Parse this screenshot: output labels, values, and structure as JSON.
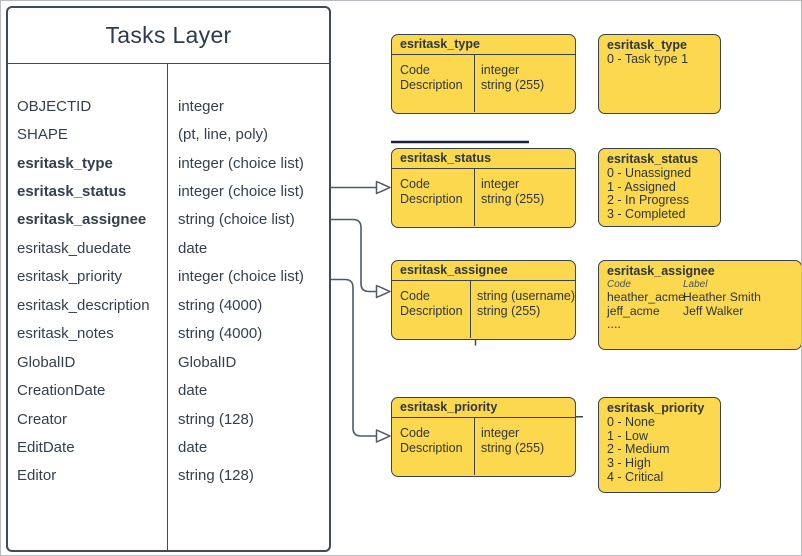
{
  "main_table": {
    "title": "Tasks Layer",
    "fields": [
      {
        "name": "OBJECTID",
        "type": "integer",
        "emphasis": false
      },
      {
        "name": "SHAPE",
        "type": "(pt, line, poly)",
        "emphasis": false
      },
      {
        "name": "esritask_type",
        "type": "integer (choice list)",
        "emphasis": true
      },
      {
        "name": "esritask_status",
        "type": "integer (choice list)",
        "emphasis": true
      },
      {
        "name": "esritask_assignee",
        "type": "string (choice list)",
        "emphasis": true
      },
      {
        "name": "esritask_duedate",
        "type": "date",
        "emphasis": false
      },
      {
        "name": "esritask_priority",
        "type": "integer (choice list)",
        "emphasis": false
      },
      {
        "name": "esritask_description",
        "type": "string (4000)",
        "emphasis": false
      },
      {
        "name": "esritask_notes",
        "type": "string (4000)",
        "emphasis": false
      },
      {
        "name": "GlobalID",
        "type": "GlobalID",
        "emphasis": false
      },
      {
        "name": "CreationDate",
        "type": "date",
        "emphasis": false
      },
      {
        "name": "Creator",
        "type": "string (128)",
        "emphasis": false
      },
      {
        "name": "EditDate",
        "type": "date",
        "emphasis": false
      },
      {
        "name": "Editor",
        "type": "string (128)",
        "emphasis": false
      }
    ]
  },
  "domain_tables": [
    {
      "title": "esritask_type",
      "rows": [
        {
          "field": "Code",
          "type": "integer"
        },
        {
          "field": "Description",
          "type": "string (255)"
        }
      ]
    },
    {
      "title": "esritask_status",
      "rows": [
        {
          "field": "Code",
          "type": "integer"
        },
        {
          "field": "Description",
          "type": "string (255)"
        }
      ]
    },
    {
      "title": "esritask_assignee",
      "rows": [
        {
          "field": "Code",
          "type": "string (username)"
        },
        {
          "field": "Description",
          "type": "string (255)"
        }
      ]
    },
    {
      "title": "esritask_priority",
      "rows": [
        {
          "field": "Code",
          "type": "integer"
        },
        {
          "field": "Description",
          "type": "string (255)"
        }
      ]
    }
  ],
  "value_lists": [
    {
      "title": "esritask_type",
      "items": [
        "0 - Task type 1"
      ]
    },
    {
      "title": "esritask_status",
      "items": [
        "0 - Unassigned",
        "1 - Assigned",
        "2 - In Progress",
        "3 - Completed"
      ]
    },
    {
      "title": "esritask_assignee",
      "columns": [
        "Code",
        "Label"
      ],
      "rows": [
        [
          "heather_acme",
          "Heather Smith"
        ],
        [
          "jeff_acme",
          "Jeff Walker"
        ]
      ],
      "ellipsis": "...."
    },
    {
      "title": "esritask_priority",
      "items": [
        "0 - None",
        "1 - Low",
        "2 - Medium",
        "3 - High",
        "4 - Critical"
      ]
    }
  ],
  "colors": {
    "box_fill": "#FCD84E",
    "box_border": "#3A424E",
    "entity_border": "#3F4B5A",
    "text": "#33404E",
    "connector": "#4E5A68"
  }
}
